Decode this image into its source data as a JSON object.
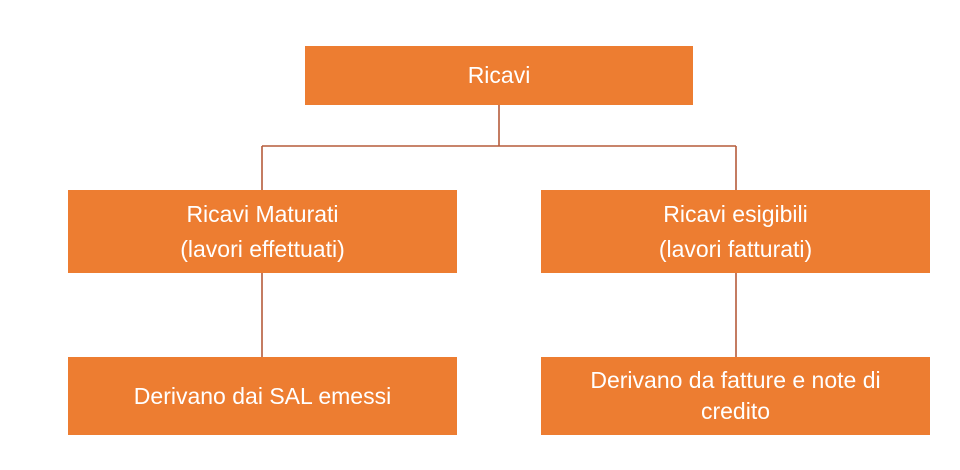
{
  "diagram": {
    "root": {
      "label": "Ricavi"
    },
    "left": {
      "title": "Ricavi Maturati",
      "subtitle": "(lavori effettuati)",
      "child": "Derivano dai SAL emessi"
    },
    "right": {
      "title": "Ricavi esigibili",
      "subtitle": "(lavori fatturati)",
      "child_line1": "Derivano da fatture e note di",
      "child_line2": "credito"
    },
    "colors": {
      "box_fill": "#ED7D31",
      "box_text": "#FFFFFF",
      "connector": "#C0504D"
    }
  }
}
